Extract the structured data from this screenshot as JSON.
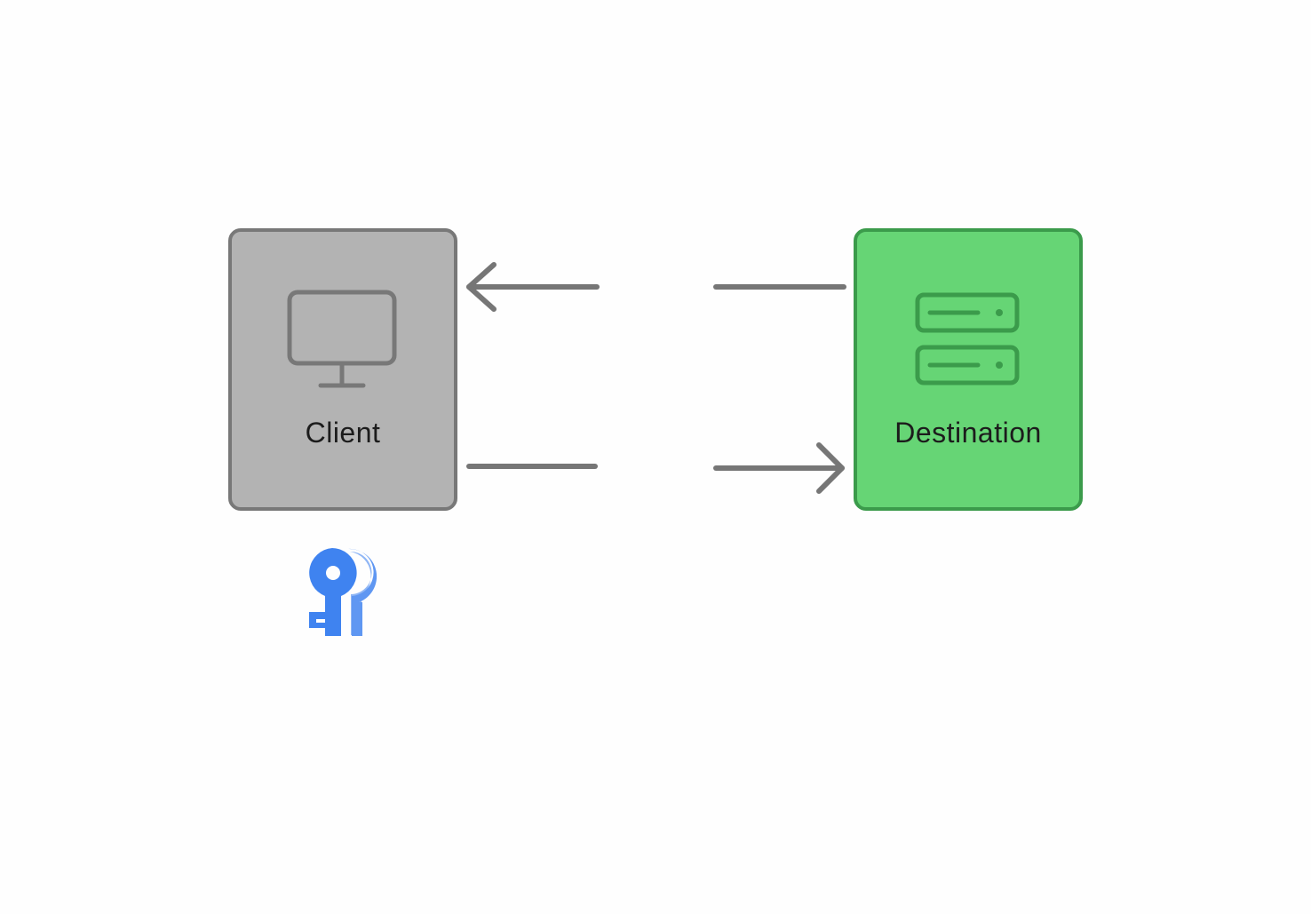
{
  "diagram": {
    "nodes": {
      "client": {
        "label": "Client",
        "icon": "monitor-icon",
        "fill_color": "#b3b3b3",
        "border_color": "#787878"
      },
      "destination": {
        "label": "Destination",
        "icon": "server-icon",
        "fill_color": "#66d575",
        "border_color": "#3b9b4b"
      }
    },
    "connections": [
      {
        "from": "destination",
        "to": "client",
        "style": "split-arrow"
      },
      {
        "from": "client",
        "to": "destination",
        "style": "split-arrow"
      }
    ],
    "key_icon": {
      "icon": "keys-icon",
      "color": "#4d8af0"
    },
    "line_color": "#767676"
  }
}
